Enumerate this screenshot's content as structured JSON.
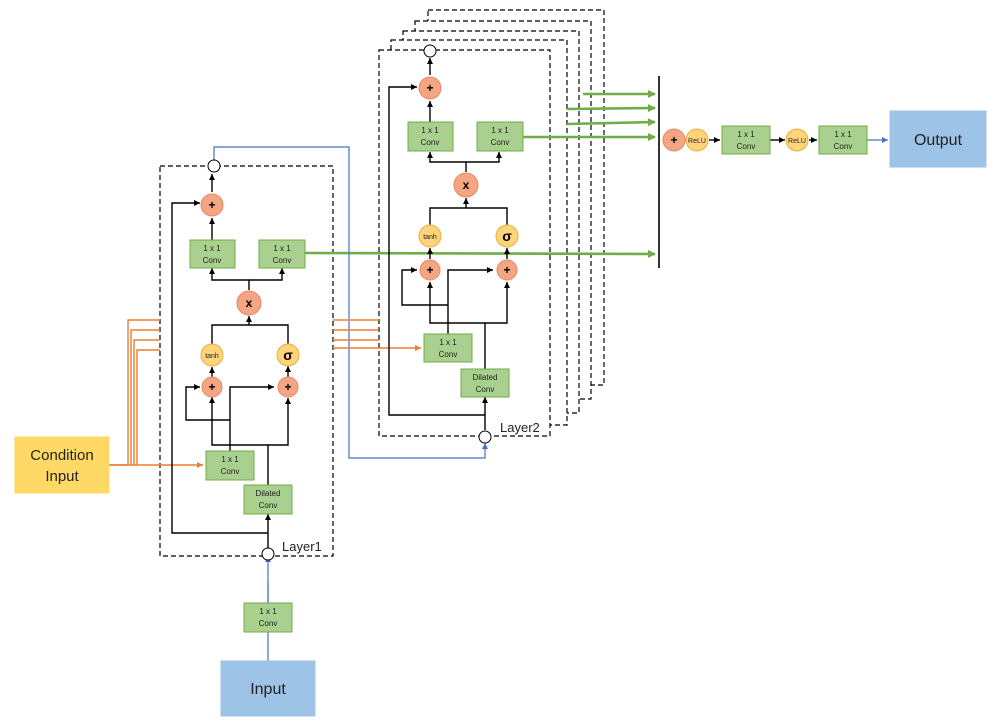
{
  "nodes": {
    "conv_1x1_line1": "1 x 1",
    "conv_line2": "Conv",
    "dilated_line1": "Dilated",
    "dilated_line2": "Conv",
    "tanh": "tanh",
    "sigma": "σ",
    "multiply": "x",
    "plus": "+",
    "relu": "ReLU"
  },
  "io": {
    "input": "Input",
    "output": "Output",
    "condition_line1": "Condition",
    "condition_line2": "Input"
  },
  "layers": {
    "layer1": "Layer1",
    "layer2": "Layer2"
  },
  "colors": {
    "conv_box": "#a9d08e",
    "io_box": "#9dc3e6",
    "condition_box": "#ffd966",
    "sum_node": "#f4a582",
    "gate_node": "#ffd47a",
    "skip_arrow": "#70ad47",
    "condition_arrow": "#ed7d31",
    "residual_arrow": "#4472c4"
  }
}
